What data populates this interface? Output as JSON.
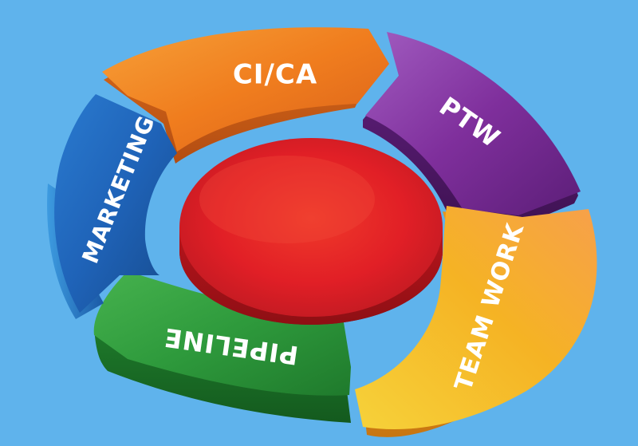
{
  "diagram": {
    "background_color": "#5fb3ec",
    "center": {
      "color": "#e11f26"
    },
    "segments": [
      {
        "id": "cica",
        "label": "CI/CA",
        "color": "#f07d1e"
      },
      {
        "id": "ptw",
        "label": "PTW",
        "color": "#7f2f9c"
      },
      {
        "id": "teamwork",
        "label": "TEAM WORK",
        "color": "#f5b324"
      },
      {
        "id": "pipeline",
        "label": "PIPELINE",
        "color": "#2e9a3c"
      },
      {
        "id": "marketing",
        "label": "MARKETING",
        "color": "#1f63b8"
      }
    ]
  }
}
